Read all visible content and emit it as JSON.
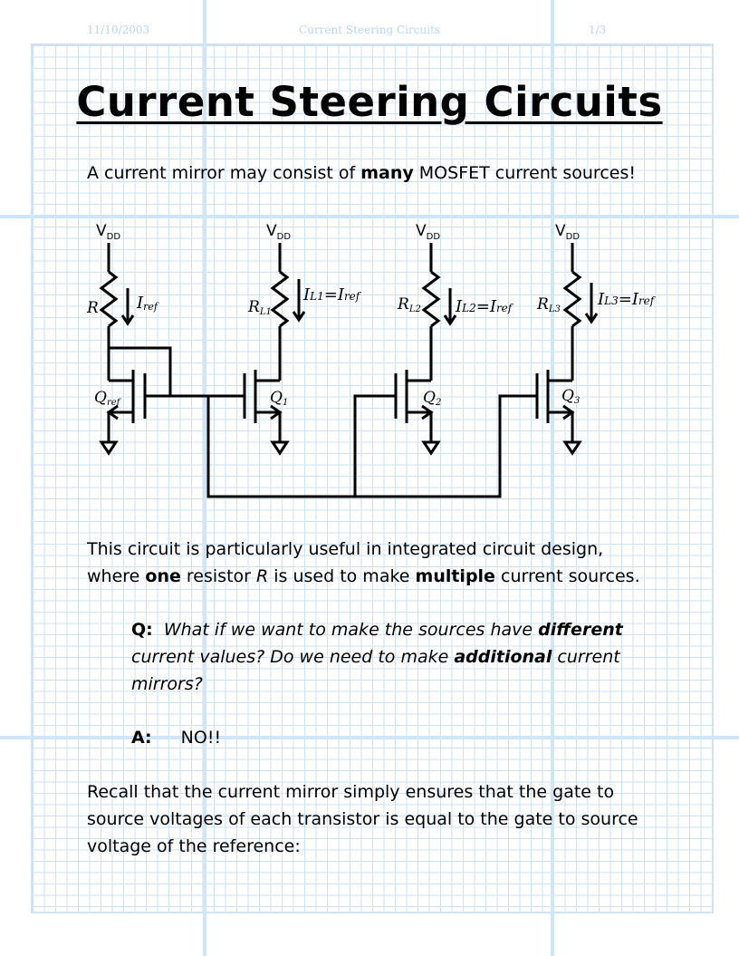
{
  "header": {
    "date": "11/10/2003",
    "title": "Current Steering Circuits",
    "page": "1/3"
  },
  "title": "Current Steering Circuits",
  "intro": {
    "pre": "A current mirror may consist of ",
    "bold": "many",
    "post": " MOSFET current sources!"
  },
  "circuit": {
    "vdd_main": "V",
    "vdd_sub": "DD",
    "branches": [
      {
        "resistor": "R",
        "resistor_sub": "",
        "current": "I",
        "current_sub": "ref",
        "current_eq": "",
        "transistor": "Q",
        "transistor_sub": "ref"
      },
      {
        "resistor": "R",
        "resistor_sub": "L1",
        "current": "I",
        "current_sub": "L1",
        "current_eq": "=I",
        "current_eq_sub": "ref",
        "transistor": "Q",
        "transistor_sub": "1"
      },
      {
        "resistor": "R",
        "resistor_sub": "L2",
        "current": "I",
        "current_sub": "L2",
        "current_eq": "=I",
        "current_eq_sub": "ref",
        "transistor": "Q",
        "transistor_sub": "2"
      },
      {
        "resistor": "R",
        "resistor_sub": "L3",
        "current": "I",
        "current_sub": "L3",
        "current_eq": "=I",
        "current_eq_sub": "ref",
        "transistor": "Q",
        "transistor_sub": "3"
      }
    ]
  },
  "para2": {
    "line1": "This circuit is particularly useful in integrated circuit design,",
    "l2_a": "where ",
    "l2_bold1": "one",
    "l2_b": " resistor ",
    "l2_ital": "R",
    "l2_c": " is used to make ",
    "l2_bold2": "multiple",
    "l2_d": " current sources."
  },
  "question": {
    "label": "Q:",
    "l1_pre": "What if we want to make the sources have ",
    "l1_bold": "different",
    "l2_pre": "current values?  Do we need to make ",
    "l2_bold": "additional",
    "l2_post": " current",
    "l3": "mirrors?"
  },
  "answer": {
    "label": "A:",
    "text": "NO!!"
  },
  "para3": {
    "line1": "Recall that the current mirror simply ensures that the gate to",
    "line2": "source voltages of each transistor is equal to the gate to source",
    "line3": "voltage of the reference:"
  }
}
